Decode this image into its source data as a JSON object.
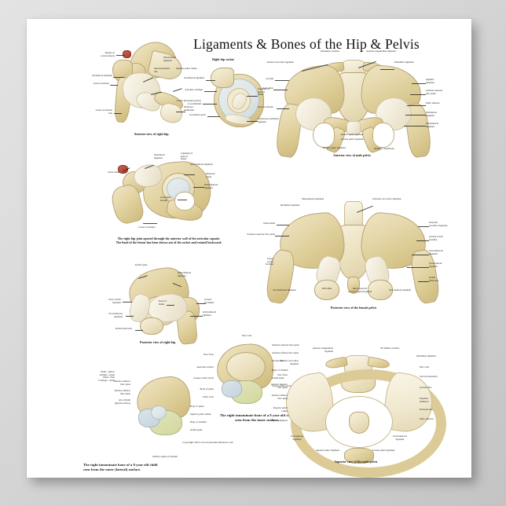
{
  "poster": {
    "title": "Ligaments & Bones of the Hip & Pelvis",
    "copyright": "Copyright 2013 www.AnatomicalPosters.com",
    "background_color": "#d4d4d4",
    "sheet_color": "#ffffff",
    "bone_color": "#e6d8ab",
    "ink_color": "#15130f"
  },
  "figures": [
    {
      "id": "fig-anterior-right-hip",
      "caption": "Anterior view of right hip.",
      "labels": [
        "Tendon of\nrectus femoris",
        "Iliofemoral ligament",
        "Great trochanter",
        "Lesser trochanter\nline",
        "Intertrochanteric\nline",
        "Pubofemoral\nligament",
        "Superior pubic ramus",
        "Obturator\nmembrane"
      ]
    },
    {
      "id": "fig-right-hip-socket",
      "caption": "Right hip socket",
      "labels": [
        "Iliofemoral ligament",
        "Ligament of\nhead of\nfemur",
        "Ligament of head of femur",
        "Articular cartilage",
        "Lunate (articular) surface\nof acetabulum",
        "Acetabular notch",
        "Transverse acetabular\nligament"
      ]
    },
    {
      "id": "fig-male-pelvis-anterior",
      "caption": "Anterior view of male pelvis",
      "labels": [
        "Iliolumbar vertebra",
        "Anterior longitudinal ligament",
        "Anterior sacroiliac ligament",
        "Iliolumbar ligament",
        "Sacrum",
        "Sacro-iliac",
        "Inguinal\nligament",
        "Anterior superior\niliac spine",
        "Pubic tubercle",
        "Iliofemoral\nligament",
        "Pubofemoral\nligament",
        "Great trochanter",
        "Superior pubic ligament",
        "Inferior pubic ligament",
        "Arcuate pubic ligament",
        "Obturator membrane"
      ]
    },
    {
      "id": "fig-hip-opened",
      "caption_lines": [
        "The right hip joint opened through the anterior wall of the articular capsule.",
        "The head of the femur has been drawn out of the socket and rotated backward."
      ],
      "labels": [
        "Iliofemoral\nligament",
        "Psoas bursa",
        "Ligament of\nhead of\nfemur",
        "Ischiofemoral ligament",
        "Obturator\nCanal",
        "Ischiofemoral\nligament",
        "Acetabular\nlabrum",
        "Lesser trochanter",
        "Greater\ntrochanter",
        "Anterior superior\niliac spine",
        "Posterior superior"
      ]
    },
    {
      "id": "fig-female-pelvis-posterior",
      "caption": "Posterior view of the female pelvis",
      "labels": [
        "Supraspinous ligament",
        "Iliolumbar ligament",
        "Posterior sacro-iliac ligament",
        "Posterior sacro-iliac ligament",
        "Tuberculum",
        "Posterior superior iliac spine",
        "Posterior\nsacroiliac ligament",
        "Greater sciatic\nforamen",
        "Sacrotuberous\nligament",
        "Sacrospinous\nligament",
        "Sacrotuberous ligament",
        "Piriformis",
        "Deep posterior\nsacrococcygeal ligament",
        "Sacrospinous ligament",
        "Ischial\ntuberosity",
        "Lesser\nsciatic\nforamen"
      ]
    },
    {
      "id": "fig-posterior-right-hip",
      "caption": "Posterior view of right hip.",
      "labels": [
        "Ischial spine",
        "Ischiofemoral\nligament",
        "Sacro-sciatic\nligament",
        "Neck of\nfemur",
        "Greater\ntrochanter",
        "Ischiofemoral\nligament",
        "Sacrotuberous\nligament",
        "Ischial tuberosity"
      ]
    },
    {
      "id": "fig-child-innominate-outer",
      "caption_lines": [
        "The right innominate bone of a 9 year old child",
        "seen from the outer (lateral) surface."
      ],
      "labels": [
        "Anterior superior\niliac spine",
        "Anterior inferior\niliac spine",
        "Ala of ilium\n(gluteal surface)",
        "Anterior superior\niliac spine",
        "Ilium - yellow\nIschium - green\nPubis - blue\nCartilage - white",
        "Anterior superior\niliac spine",
        "Anterior inferior\niliac spine",
        "Body of pubis",
        "Superior pubic ramus",
        "Body of ischium",
        "Ischial spine",
        "Lesser sciatic notch",
        "Acetabular notch",
        "Ischial tuberosity",
        "Inferior ramus of ischium"
      ]
    },
    {
      "id": "fig-child-innominate-inner",
      "caption_lines": [
        "The right innominate bone of a 9 year old child",
        "seen from the inner surface."
      ],
      "labels": [
        "Iliac crest",
        "Iliac fossa",
        "Anterior superior iliac spine",
        "Anterior inferior iliac spine",
        "Arcuate line",
        "Body of ischium",
        "Ischial spine",
        "Lesser sciatic notch",
        "Auricular surface",
        "Greater sciatic notch",
        "Body of pubis",
        "Pubic crest"
      ]
    },
    {
      "id": "fig-male-pelvis-superior",
      "caption": "Superior view of the male pelvis",
      "labels": [
        "Anterior longitudinal\nligament",
        "5th lumbar vertebra",
        "Iliolumbar ligament",
        "Anterior sacro-iliac\nligament",
        "Iliac crest",
        "Sacral promontory",
        "Iliac fossa",
        "Anterior superior\niliac spine",
        "Arcuate line",
        "Anterior inferior\niliac spine",
        "Iliopubic\neminence",
        "Superior pubic\nramus",
        "Pectineal line",
        "Pubic tubercle",
        "Pubic symphysis",
        "Superior pubic ligament",
        "Arcuate pubic ligament",
        "Sacrospinous\nligament",
        "Sacrotuberous\nligament",
        "Coccyx",
        "Obturator\nmembrane",
        "Obturator canal"
      ]
    }
  ]
}
